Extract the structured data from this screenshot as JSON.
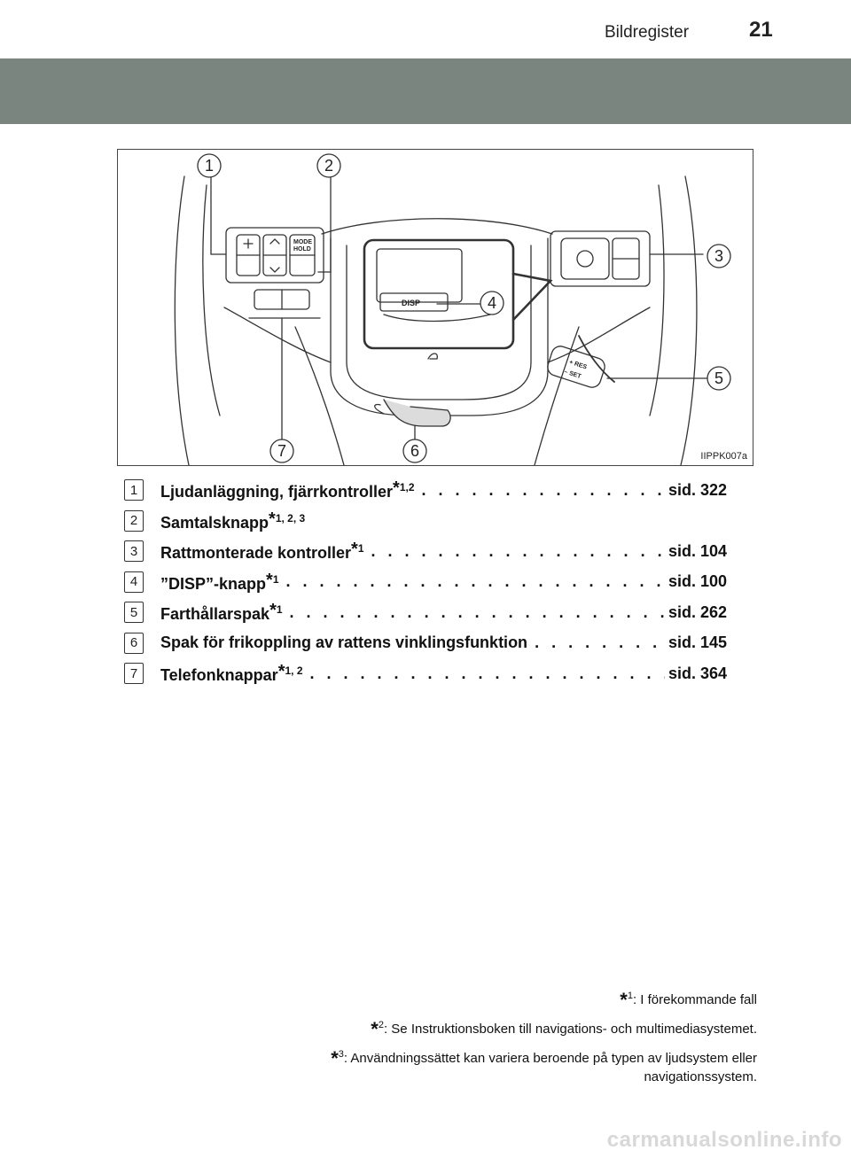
{
  "header": {
    "section_title": "Bildregister",
    "page_number": "21"
  },
  "figure": {
    "code": "IIPPK007a",
    "callouts": [
      "1",
      "2",
      "3",
      "4",
      "5",
      "6",
      "7"
    ],
    "button_labels": {
      "mode_hold": "MODE\nHOLD",
      "disp": "DISP",
      "res": "+ RES",
      "set": "– SET"
    }
  },
  "items": [
    {
      "num": "1",
      "label": "Ljudanläggning, fjärrkontroller",
      "star": "*",
      "sup": "1,2",
      "leader": true,
      "page": "sid. 322"
    },
    {
      "num": "2",
      "label": "Samtalsknapp",
      "star": "*",
      "sup": "1, 2, 3",
      "leader": false,
      "page": ""
    },
    {
      "num": "3",
      "label": "Rattmonterade kontroller",
      "star": "*",
      "sup": "1",
      "leader": true,
      "page": "sid. 104"
    },
    {
      "num": "4",
      "label": "”DISP”-knapp",
      "star": "*",
      "sup": "1",
      "leader": true,
      "page": "sid. 100"
    },
    {
      "num": "5",
      "label": "Farthållarspak",
      "star": "*",
      "sup": "1",
      "leader": true,
      "page": "sid. 262"
    },
    {
      "num": "6",
      "label": "Spak för frikoppling av rattens vinklingsfunktion",
      "star": "",
      "sup": "",
      "leader": true,
      "page": "sid. 145"
    },
    {
      "num": "7",
      "label": "Telefonknappar",
      "star": "*",
      "sup": "1, 2",
      "leader": true,
      "page": "sid. 364"
    }
  ],
  "footnotes": [
    {
      "star": "*",
      "sup": "1",
      "text": ": I förekommande fall"
    },
    {
      "star": "*",
      "sup": "2",
      "text": ": Se Instruktionsboken till navigations- och multimediasystemet."
    },
    {
      "star": "*",
      "sup": "3",
      "text": ": Användningssättet kan variera beroende på typen av ljudsystem eller navigationssystem."
    }
  ],
  "watermark": "carmanualsonline.info",
  "colors": {
    "band": "#7b8580",
    "line": "#333333",
    "wheel_shade": "#dcdcdc"
  }
}
